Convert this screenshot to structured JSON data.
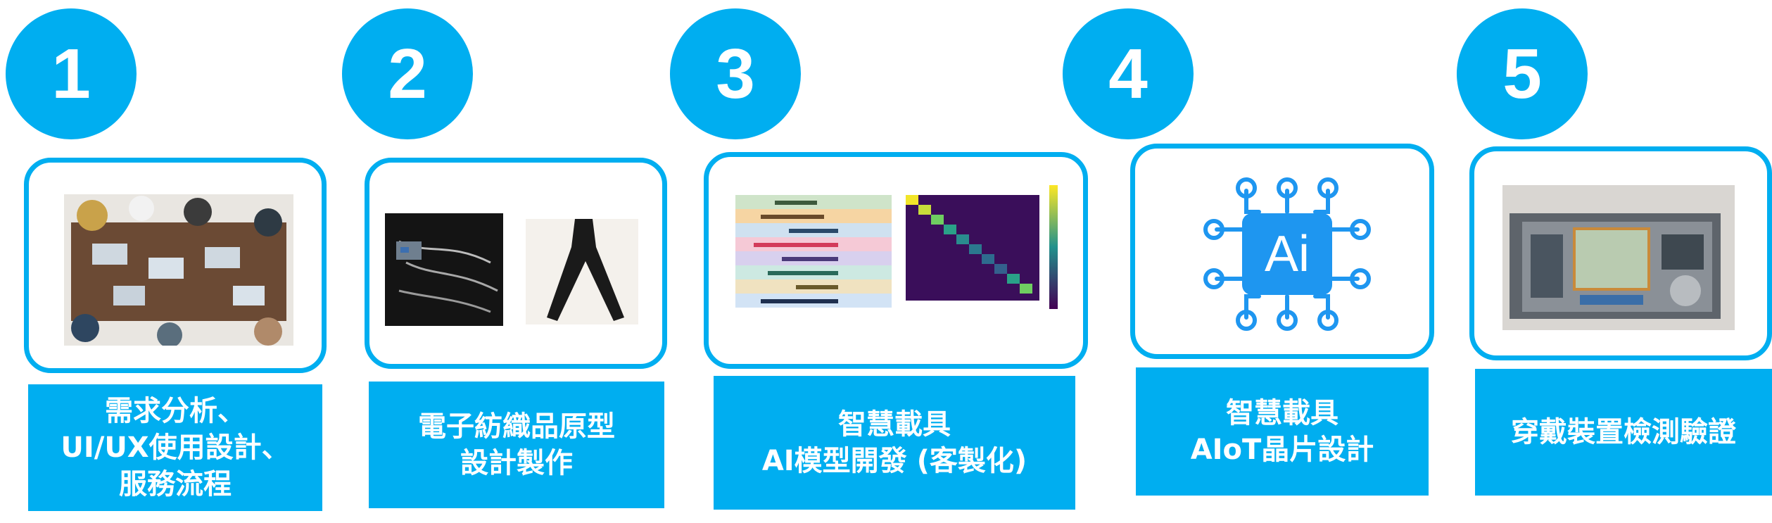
{
  "colors": {
    "accent": "#00aef0",
    "text_on_accent": "#ffffff"
  },
  "steps": [
    {
      "number": "1",
      "label": "需求分析、\nUI/UX使用設計、\n服務流程"
    },
    {
      "number": "2",
      "label": "電子紡織品原型\n設計製作"
    },
    {
      "number": "3",
      "label": "智慧載具\nAI模型開發 (客製化)"
    },
    {
      "number": "4",
      "label": "智慧載具\nAIoT晶片設計",
      "chip_text": "Ai"
    },
    {
      "number": "5",
      "label": "穿戴裝置檢測驗證"
    }
  ]
}
